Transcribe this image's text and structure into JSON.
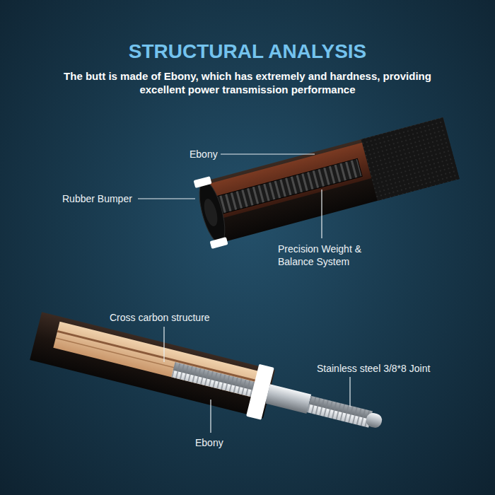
{
  "diagram": {
    "title": "STRUCTURAL ANALYSIS",
    "labels": [
      "The butt is made of Ebony, which has extremely and hardness, providing excellent power transmission performance",
      "Ebony",
      "Rubber Bumper",
      "Precision Weight & Balance System",
      "Cross carbon structure",
      "Stainless steel 3/8*8 Joint",
      "Ebony"
    ]
  }
}
